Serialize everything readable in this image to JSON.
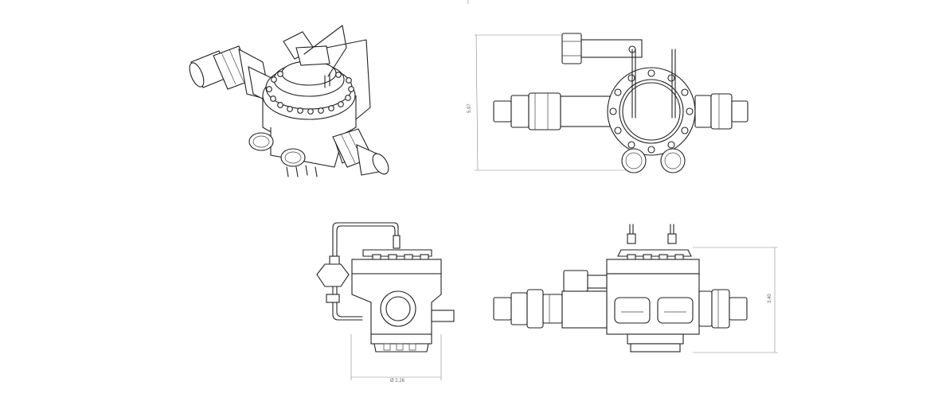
{
  "drawing": {
    "line_color": "#222222",
    "dimension_color": "#888888",
    "views": [
      "isometric-view",
      "top-view",
      "side-view",
      "front-view"
    ],
    "dimensions": {
      "top_view_height": "5.97",
      "side_view_width": "Ø 2.26",
      "front_view_height": "3.40"
    }
  }
}
